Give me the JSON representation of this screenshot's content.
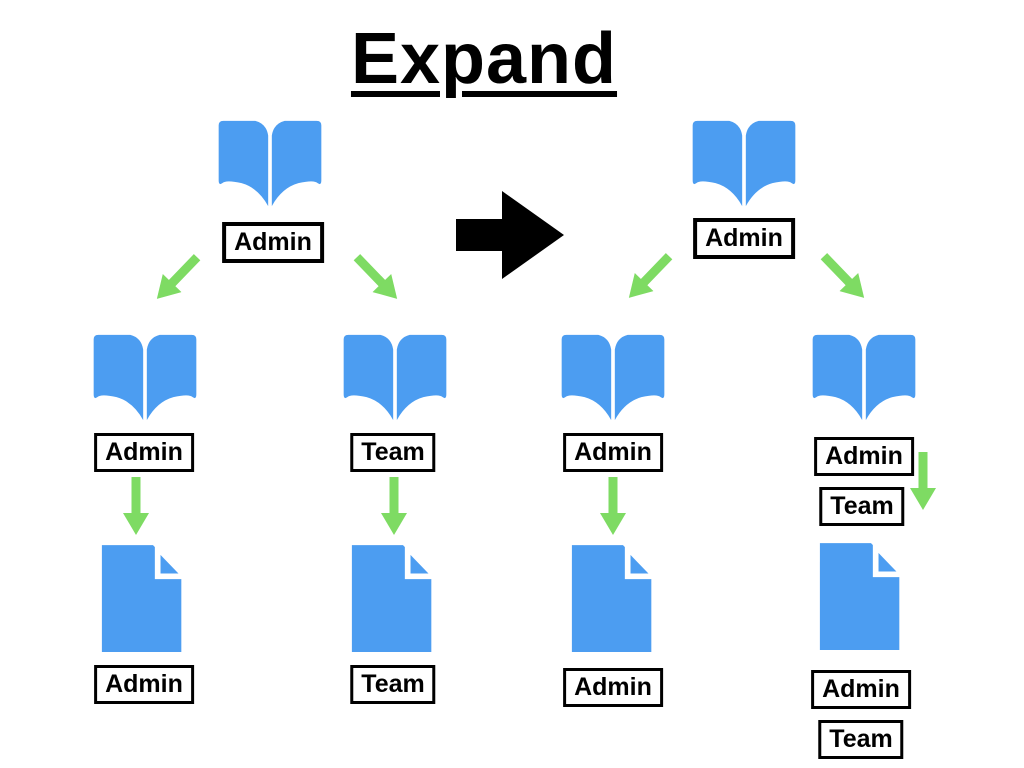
{
  "title": "Expand",
  "colors": {
    "icon_blue": "#4C9DF1",
    "arrow_green": "#7EDB63",
    "transform_arrow_black": "#000000",
    "label_border": "#000000",
    "label_background": "#FFFFFF",
    "label_text": "#000000"
  },
  "transform_arrow": {
    "icon": "right-arrow"
  },
  "left_tree": {
    "root": {
      "icon": "open-book",
      "label": "Admin"
    },
    "children": [
      {
        "icon": "open-book",
        "folder_labels": [
          "Admin"
        ],
        "doc_icon": "document",
        "doc_labels": [
          "Admin"
        ]
      },
      {
        "icon": "open-book",
        "folder_labels": [
          "Team"
        ],
        "doc_icon": "document",
        "doc_labels": [
          "Team"
        ]
      }
    ]
  },
  "right_tree": {
    "root": {
      "icon": "open-book",
      "label": "Admin"
    },
    "children": [
      {
        "icon": "open-book",
        "folder_labels": [
          "Admin"
        ],
        "doc_icon": "document",
        "doc_labels": [
          "Admin"
        ]
      },
      {
        "icon": "open-book",
        "folder_labels": [
          "Admin",
          "Team"
        ],
        "doc_icon": "document",
        "doc_labels": [
          "Admin",
          "Team"
        ]
      }
    ]
  }
}
